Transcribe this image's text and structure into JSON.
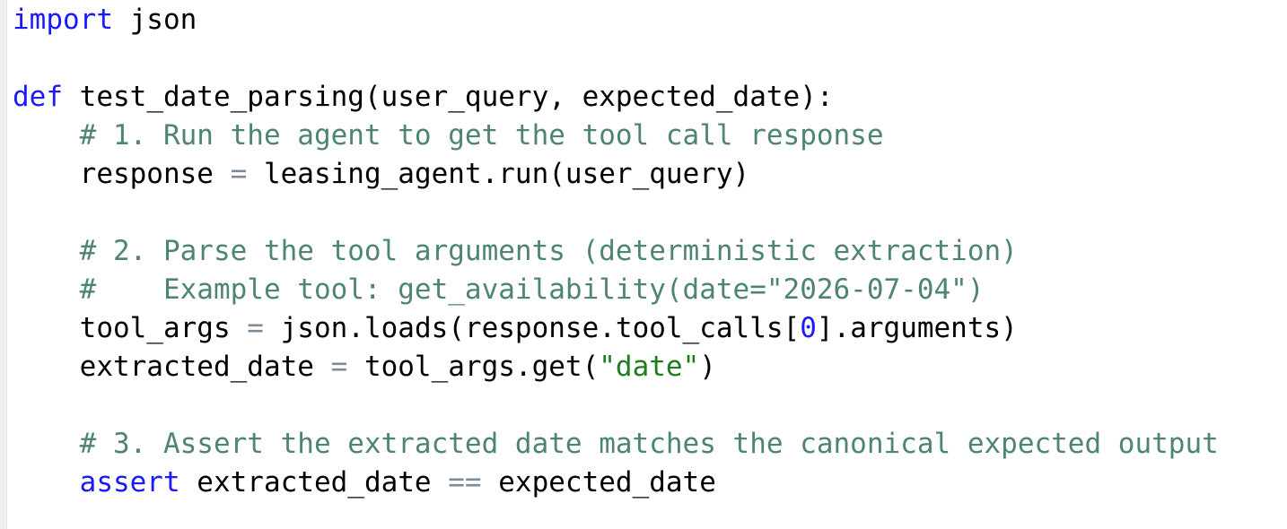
{
  "meta": {
    "language": "python",
    "kind": "code-snippet"
  },
  "colors": {
    "background": "#ffffff",
    "gutter": "#f0f0f0",
    "default": "#000000",
    "keyword": "#1a1aff",
    "comment": "#4e8570",
    "string": "#1f7d1f",
    "number": "#1a1aff",
    "operator": "#7d8b99"
  },
  "code": {
    "lines": [
      {
        "segments": [
          {
            "text": "import",
            "type": "keyword"
          },
          {
            "text": " json",
            "type": "default"
          }
        ]
      },
      {
        "segments": []
      },
      {
        "segments": [
          {
            "text": "def",
            "type": "keyword"
          },
          {
            "text": " test_date_parsing(user_query, expected_date):",
            "type": "default"
          }
        ]
      },
      {
        "segments": [
          {
            "text": "    ",
            "type": "default"
          },
          {
            "text": "# 1. Run the agent to get the tool call response",
            "type": "comment"
          }
        ]
      },
      {
        "segments": [
          {
            "text": "    response ",
            "type": "default"
          },
          {
            "text": "=",
            "type": "operator"
          },
          {
            "text": " leasing_agent.run(user_query)",
            "type": "default"
          }
        ]
      },
      {
        "segments": []
      },
      {
        "segments": [
          {
            "text": "    ",
            "type": "default"
          },
          {
            "text": "# 2. Parse the tool arguments (deterministic extraction)",
            "type": "comment"
          }
        ]
      },
      {
        "segments": [
          {
            "text": "    ",
            "type": "default"
          },
          {
            "text": "#    Example tool: get_availability(date=\"2026-07-04\")",
            "type": "comment"
          }
        ]
      },
      {
        "segments": [
          {
            "text": "    tool_args ",
            "type": "default"
          },
          {
            "text": "=",
            "type": "operator"
          },
          {
            "text": " json.loads(response.tool_calls[",
            "type": "default"
          },
          {
            "text": "0",
            "type": "number"
          },
          {
            "text": "].arguments)",
            "type": "default"
          }
        ]
      },
      {
        "segments": [
          {
            "text": "    extracted_date ",
            "type": "default"
          },
          {
            "text": "=",
            "type": "operator"
          },
          {
            "text": " tool_args.get(",
            "type": "default"
          },
          {
            "text": "\"date\"",
            "type": "string"
          },
          {
            "text": ")",
            "type": "default"
          }
        ]
      },
      {
        "segments": []
      },
      {
        "segments": [
          {
            "text": "    ",
            "type": "default"
          },
          {
            "text": "# 3. Assert the extracted date matches the canonical expected output",
            "type": "comment"
          }
        ]
      },
      {
        "segments": [
          {
            "text": "    ",
            "type": "default"
          },
          {
            "text": "assert",
            "type": "keyword"
          },
          {
            "text": " extracted_date ",
            "type": "default"
          },
          {
            "text": "==",
            "type": "operator"
          },
          {
            "text": " expected_date",
            "type": "default"
          }
        ]
      }
    ]
  }
}
